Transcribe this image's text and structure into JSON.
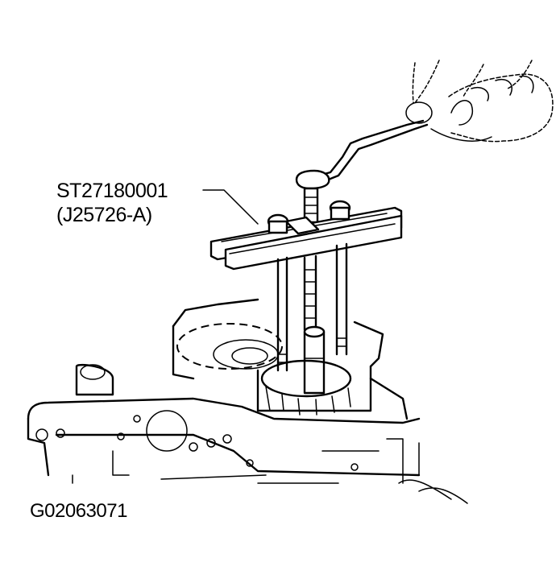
{
  "diagram": {
    "type": "service-manual-illustration",
    "subject": "Removing component with special puller tool",
    "callout": {
      "tool_number": "ST27180001",
      "alt_tool_number": "(J25726-A)"
    },
    "figure_id": "G02063071",
    "parts": [
      "hand",
      "wrench",
      "puller-crossbar",
      "forcing-screw",
      "puller-legs",
      "adapter",
      "gear",
      "transmission-case"
    ]
  }
}
